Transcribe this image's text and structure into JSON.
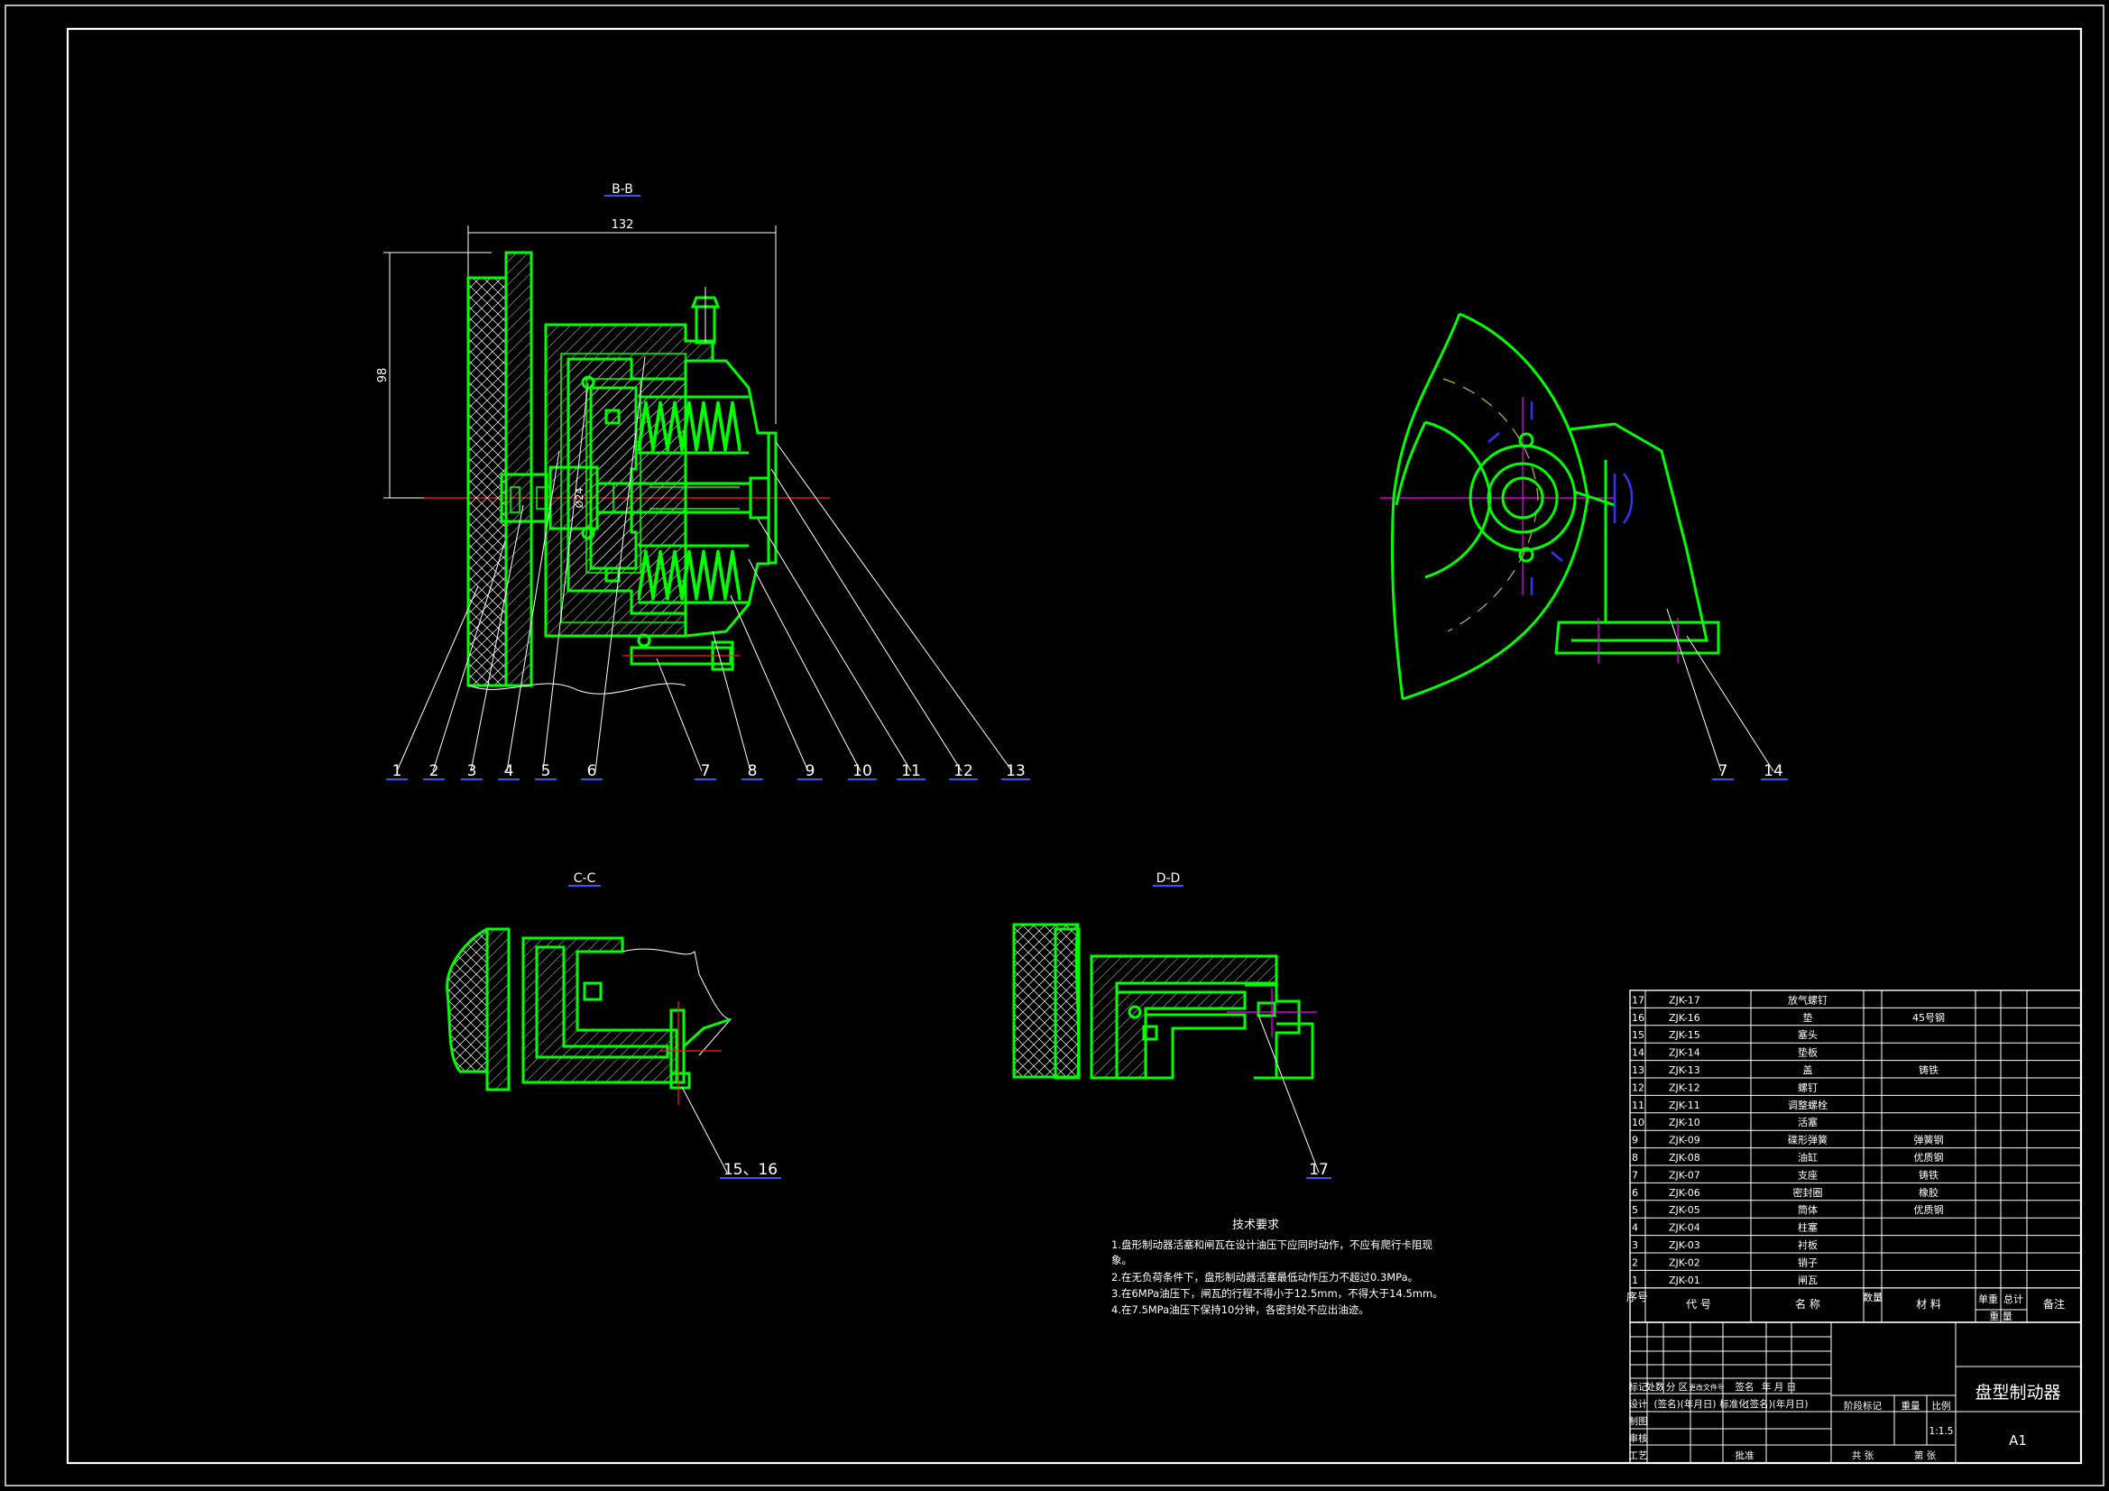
{
  "sections": {
    "bb": "B-B",
    "cc": "C-C",
    "dd": "D-D"
  },
  "dimensions": {
    "width": "132",
    "height": "98",
    "bore": "Ø24"
  },
  "leaders_main": [
    "1",
    "2",
    "3",
    "4",
    "5",
    "6",
    "7",
    "8",
    "9",
    "10",
    "11",
    "12",
    "13"
  ],
  "leaders_side": [
    "7",
    "14"
  ],
  "leader_cc": "15、16",
  "leader_dd": "17",
  "tech": {
    "title": "技术要求",
    "lines": [
      "1.盘形制动器活塞和闸瓦在设计油压下应同时动作，不应有爬行卡阻现",
      "象。",
      "2.在无负荷条件下，盘形制动器活塞最低动作压力不超过0.3MPa。",
      "3.在6MPa油压下，闸瓦的行程不得小于12.5mm，不得大于14.5mm。",
      "4.在7.5MPa油压下保持10分钟，各密封处不应出油迹。"
    ]
  },
  "bom": {
    "rows": [
      {
        "no": "17",
        "code": "ZJK-17",
        "name": "放气螺钉",
        "qty": "",
        "mat": ""
      },
      {
        "no": "16",
        "code": "ZJK-16",
        "name": "垫",
        "qty": "",
        "mat": "45号钢"
      },
      {
        "no": "15",
        "code": "ZJK-15",
        "name": "塞头",
        "qty": "",
        "mat": ""
      },
      {
        "no": "14",
        "code": "ZJK-14",
        "name": "垫板",
        "qty": "",
        "mat": ""
      },
      {
        "no": "13",
        "code": "ZJK-13",
        "name": "盖",
        "qty": "",
        "mat": "铸铁"
      },
      {
        "no": "12",
        "code": "ZJK-12",
        "name": "螺钉",
        "qty": "",
        "mat": ""
      },
      {
        "no": "11",
        "code": "ZJK-11",
        "name": "调整螺栓",
        "qty": "",
        "mat": ""
      },
      {
        "no": "10",
        "code": "ZJK-10",
        "name": "活塞",
        "qty": "",
        "mat": ""
      },
      {
        "no": "9",
        "code": "ZJK-09",
        "name": "碟形弹簧",
        "qty": "",
        "mat": "弹簧钢"
      },
      {
        "no": "8",
        "code": "ZJK-08",
        "name": "油缸",
        "qty": "",
        "mat": "优质钢"
      },
      {
        "no": "7",
        "code": "ZJK-07",
        "name": "支座",
        "qty": "",
        "mat": "铸铁"
      },
      {
        "no": "6",
        "code": "ZJK-06",
        "name": "密封圈",
        "qty": "",
        "mat": "橡胶"
      },
      {
        "no": "5",
        "code": "ZJK-05",
        "name": "筒体",
        "qty": "",
        "mat": "优质钢"
      },
      {
        "no": "4",
        "code": "ZJK-04",
        "name": "柱塞",
        "qty": "",
        "mat": ""
      },
      {
        "no": "3",
        "code": "ZJK-03",
        "name": "衬板",
        "qty": "",
        "mat": ""
      },
      {
        "no": "2",
        "code": "ZJK-02",
        "name": "销子",
        "qty": "",
        "mat": ""
      },
      {
        "no": "1",
        "code": "ZJK-01",
        "name": "闸瓦",
        "qty": "",
        "mat": ""
      }
    ],
    "header": {
      "no": "序号",
      "code": "代    号",
      "name": "名    称",
      "qty": "数量",
      "mat": "材    料",
      "unit": "单重",
      "total": "总计",
      "weight": "重    量",
      "remark": "备注"
    }
  },
  "title_block": {
    "title": "盘型制动器",
    "sheet": "A1",
    "scale": "1:1.5",
    "labels": {
      "mark": "标记",
      "count": "处数",
      "zone": "分  区",
      "docno": "更改文件号",
      "sign": "签名",
      "date": "年 月 日",
      "design": "设计",
      "signdate": "(签名)(年月日)",
      "std": "标准化",
      "stdsign": "(签名)(年月日)",
      "draw": "制图",
      "check": "审核",
      "craft": "工艺",
      "approve": "批准",
      "stage": "阶段标记",
      "weight": "重量",
      "ratio": "比例",
      "total_sheets": "共    张",
      "sheet_no": "第    张"
    }
  }
}
